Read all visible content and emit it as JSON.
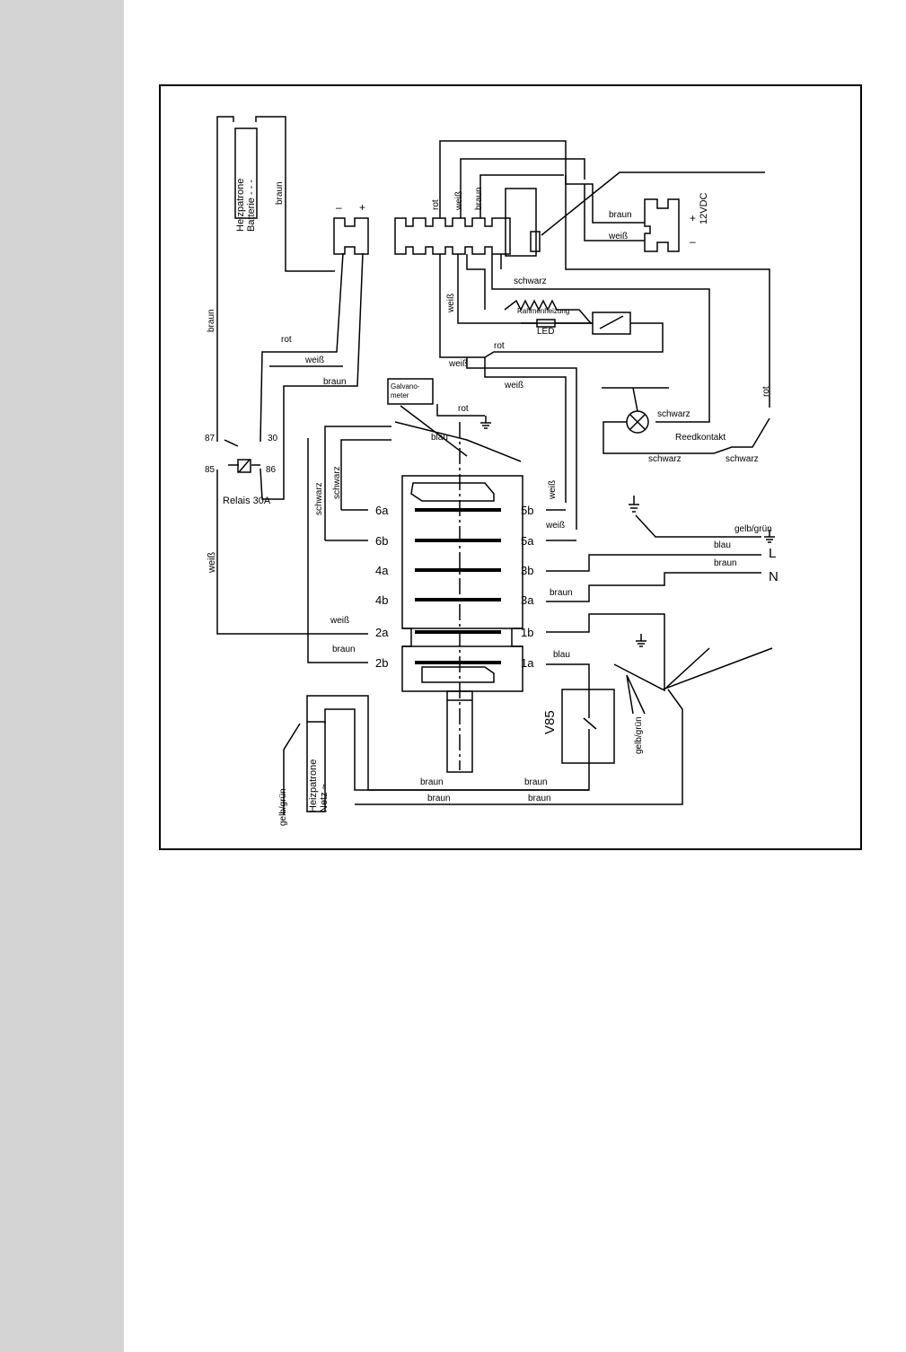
{
  "colors": {
    "page": "#ffffff",
    "sidebar": "#d4d4d4",
    "ink": "#000000"
  },
  "icons": [
    "ground-icon",
    "lamp-icon",
    "resistor-icon",
    "led-icon",
    "switch-icon",
    "relay-coil-icon"
  ],
  "components": {
    "battery_cartridge": "Heizpatrone\nBatterie - - -",
    "mains_cartridge": "Heizpatrone\nNetz ~",
    "relay": "Relais 30A",
    "galvanometer": "Galvano-\nmeter",
    "frame_heater": "Rahmenheizung",
    "led": "LED",
    "reed_contact": "Reedkontakt",
    "thermostat": "V85",
    "dc_supply": "12VDC",
    "mains_L": "L",
    "mains_N": "N",
    "plus": "+",
    "minus": "–"
  },
  "relay_pins": [
    "87",
    "30",
    "85",
    "86"
  ],
  "switch_left_pins": [
    "6a",
    "6b",
    "4a",
    "4b",
    "2a",
    "2b"
  ],
  "switch_right_pins": [
    "5b",
    "5a",
    "3b",
    "3a",
    "1b",
    "1a"
  ],
  "wires": {
    "braun": "braun",
    "rot": "rot",
    "weiss": "weiß",
    "schwarz": "schwarz",
    "blau": "blau",
    "gelb_gruen": "gelb/grün"
  }
}
